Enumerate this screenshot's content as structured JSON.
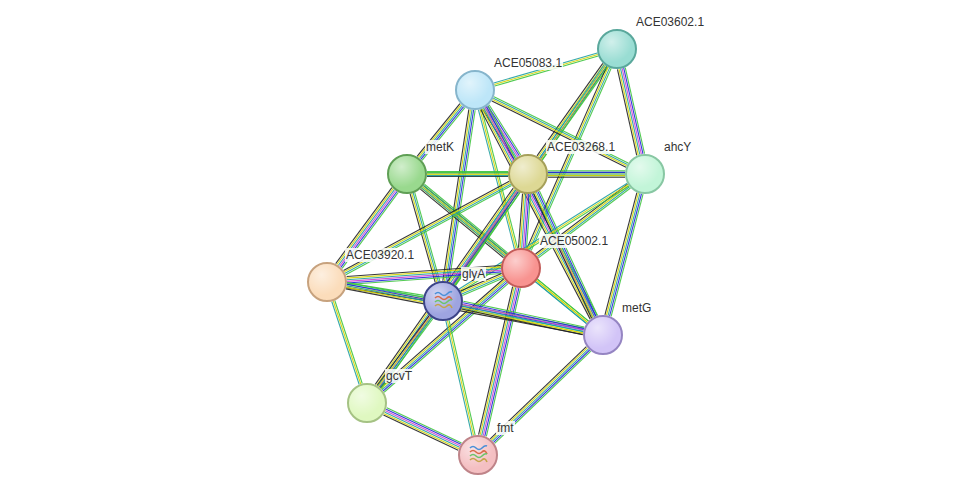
{
  "diagram": {
    "nodes": [
      {
        "text": [
          "ACE03602.1"
        ]
      },
      {
        "text": [
          "ACE05083.1"
        ]
      },
      {
        "text": [
          "metK"
        ]
      },
      {
        "text": [
          "ACE03268.1"
        ]
      },
      {
        "text": [
          "ahcY"
        ]
      },
      {
        "text": [
          "ACE05002.1"
        ]
      },
      {
        "text": [
          "ACE03920.1"
        ]
      },
      {
        "text": [
          "glyA"
        ]
      },
      {
        "text": [
          "metG"
        ]
      },
      {
        "text": [
          "gcvT"
        ]
      },
      {
        "text": [
          "fmt"
        ]
      }
    ],
    "edges": [
      {
        "from": 0,
        "to": 1,
        "arrow": "none"
      },
      {
        "from": 0,
        "to": 3,
        "arrow": "none"
      },
      {
        "from": 0,
        "to": 4,
        "arrow": "none"
      },
      {
        "from": 0,
        "to": 5,
        "arrow": "none"
      },
      {
        "from": 0,
        "to": 7,
        "arrow": "none"
      },
      {
        "from": 1,
        "to": 2,
        "arrow": "none"
      },
      {
        "from": 1,
        "to": 3,
        "arrow": "none"
      },
      {
        "from": 1,
        "to": 4,
        "arrow": "none"
      },
      {
        "from": 1,
        "to": 5,
        "arrow": "none"
      },
      {
        "from": 1,
        "to": 7,
        "arrow": "none"
      },
      {
        "from": 1,
        "to": 8,
        "arrow": "none"
      },
      {
        "from": 2,
        "to": 3,
        "arrow": "none"
      },
      {
        "from": 2,
        "to": 4,
        "arrow": "none"
      },
      {
        "from": 2,
        "to": 5,
        "arrow": "none"
      },
      {
        "from": 2,
        "to": 6,
        "arrow": "none"
      },
      {
        "from": 2,
        "to": 7,
        "arrow": "none"
      },
      {
        "from": 2,
        "to": 8,
        "arrow": "none"
      },
      {
        "from": 3,
        "to": 4,
        "arrow": "none"
      },
      {
        "from": 3,
        "to": 5,
        "arrow": "none"
      },
      {
        "from": 3,
        "to": 6,
        "arrow": "none"
      },
      {
        "from": 3,
        "to": 7,
        "arrow": "none"
      },
      {
        "from": 3,
        "to": 8,
        "arrow": "none"
      },
      {
        "from": 3,
        "to": 9,
        "arrow": "none"
      },
      {
        "from": 4,
        "to": 5,
        "arrow": "none"
      },
      {
        "from": 4,
        "to": 7,
        "arrow": "none"
      },
      {
        "from": 4,
        "to": 8,
        "arrow": "none"
      },
      {
        "from": 5,
        "to": 6,
        "arrow": "none"
      },
      {
        "from": 5,
        "to": 7,
        "arrow": "none"
      },
      {
        "from": 5,
        "to": 8,
        "arrow": "none"
      },
      {
        "from": 5,
        "to": 9,
        "arrow": "none"
      },
      {
        "from": 5,
        "to": 10,
        "arrow": "none"
      },
      {
        "from": 6,
        "to": 7,
        "arrow": "none"
      },
      {
        "from": 6,
        "to": 9,
        "arrow": "none"
      },
      {
        "from": 6,
        "to": 8,
        "arrow": "none"
      },
      {
        "from": 7,
        "to": 8,
        "arrow": "none"
      },
      {
        "from": 7,
        "to": 9,
        "arrow": "none"
      },
      {
        "from": 7,
        "to": 10,
        "arrow": "none"
      },
      {
        "from": 8,
        "to": 10,
        "arrow": "none"
      },
      {
        "from": 9,
        "to": 10,
        "arrow": "none"
      }
    ]
  }
}
